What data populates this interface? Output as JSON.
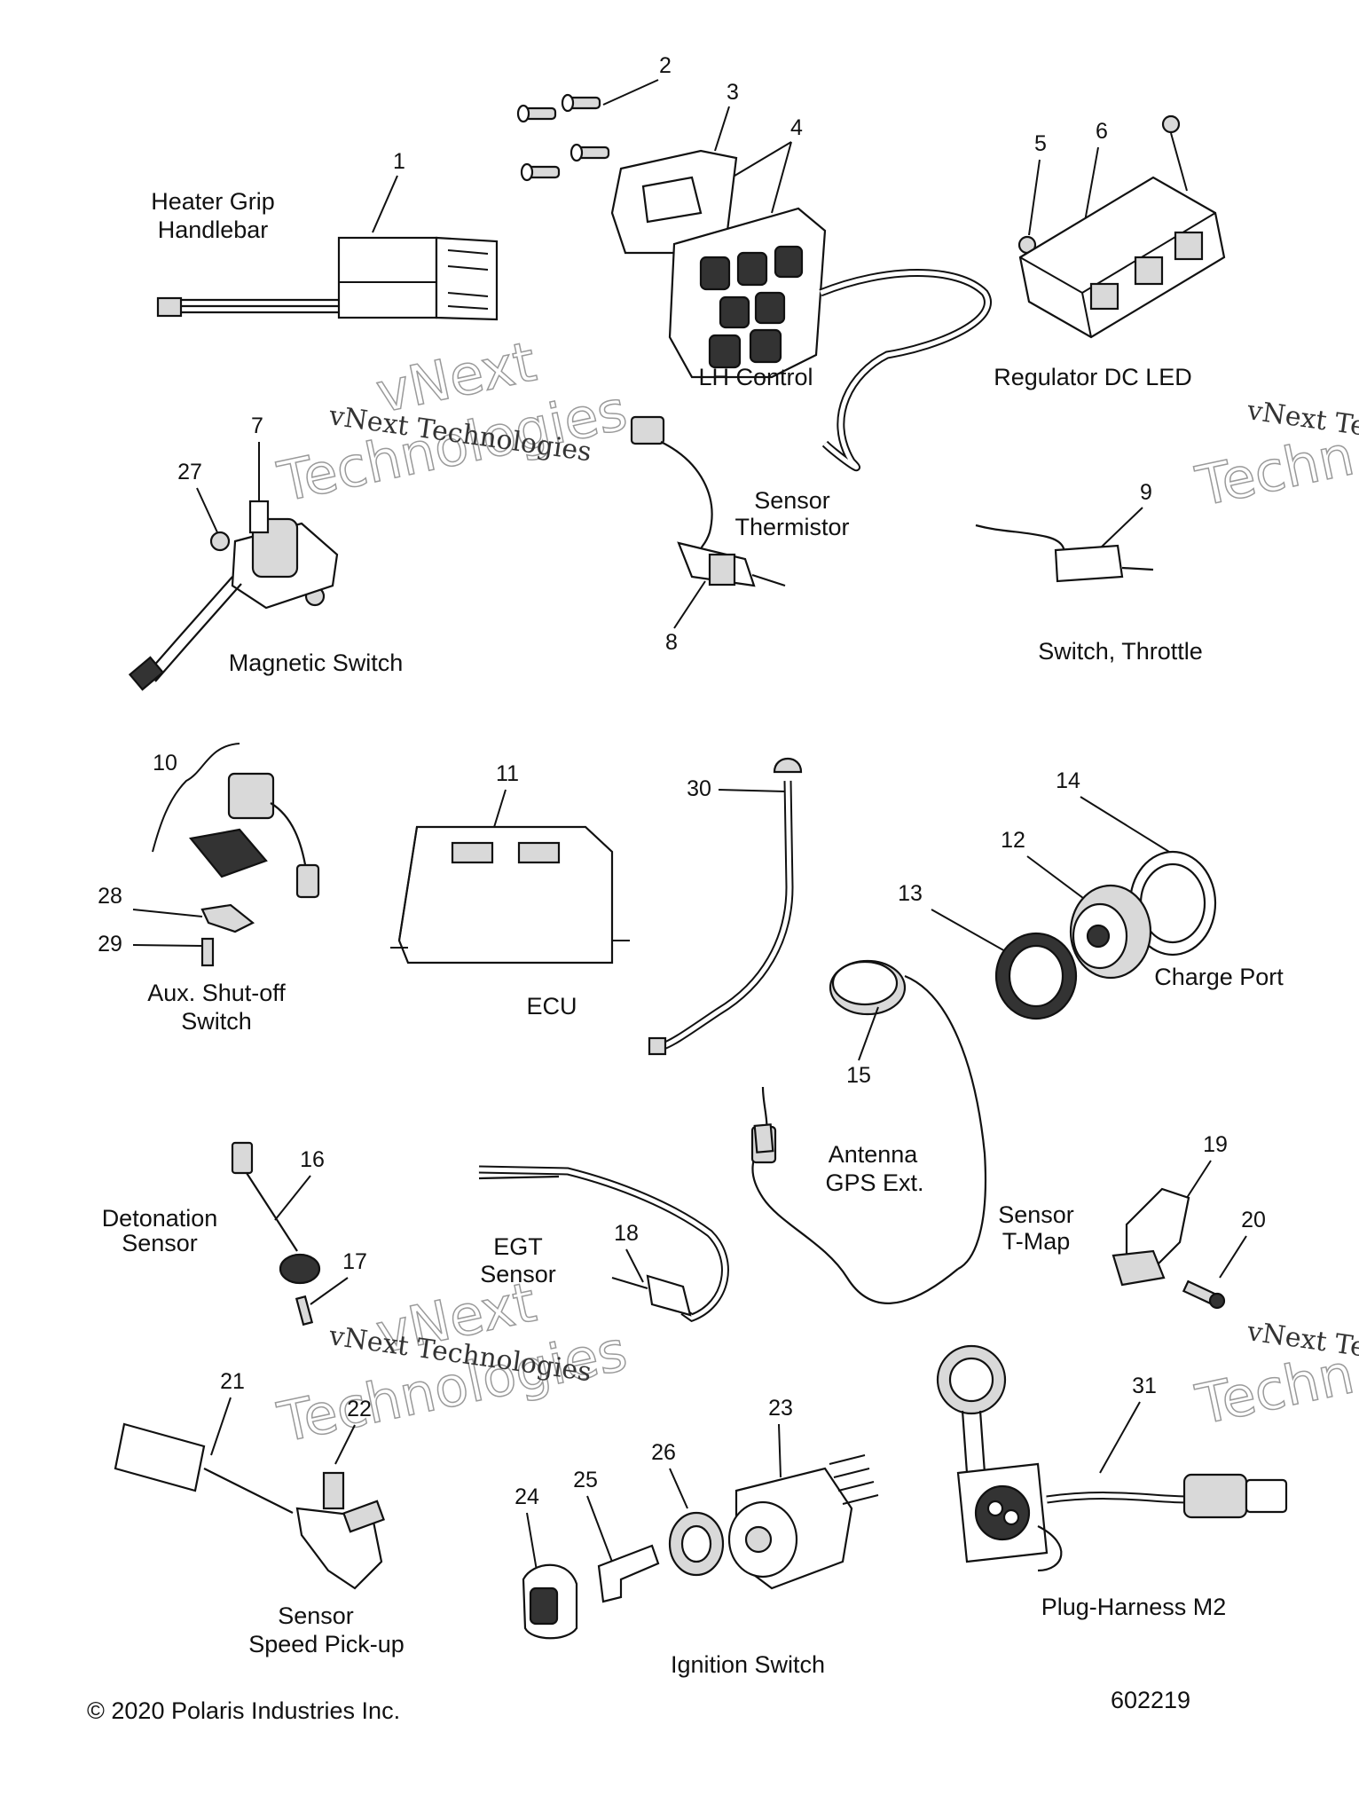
{
  "labels": {
    "heater_grip": "Heater Grip\nHandlebar",
    "heater_grip_l1": "Heater Grip",
    "heater_grip_l2": "Handlebar",
    "lh_control": "LH Control",
    "regulator": "Regulator DC LED",
    "sensor_thermistor_l1": "Sensor",
    "sensor_thermistor_l2": "Thermistor",
    "magnetic_switch": "Magnetic Switch",
    "switch_throttle": "Switch, Throttle",
    "aux_shutoff_l1": "Aux. Shut-off",
    "aux_shutoff_l2": "Switch",
    "ecu": "ECU",
    "charge_port": "Charge Port",
    "antenna_l1": "Antenna",
    "antenna_l2": "GPS Ext.",
    "detonation_l1": "Detonation",
    "detonation_l2": "Sensor",
    "egt_l1": "EGT",
    "egt_l2": "Sensor",
    "tmap_l1": "Sensor",
    "tmap_l2": "T-Map",
    "speed_l1": "Sensor",
    "speed_l2": "Speed Pick-up",
    "ignition": "Ignition Switch",
    "plug_harness": "Plug-Harness M2"
  },
  "callouts": {
    "n1": "1",
    "n2": "2",
    "n3": "3",
    "n4": "4",
    "n5": "5",
    "n6": "6",
    "n7": "7",
    "n8": "8",
    "n9": "9",
    "n10": "10",
    "n11": "11",
    "n12": "12",
    "n13": "13",
    "n14": "14",
    "n15": "15",
    "n16": "16",
    "n17": "17",
    "n18": "18",
    "n19": "19",
    "n20": "20",
    "n21": "21",
    "n22": "22",
    "n23": "23",
    "n24": "24",
    "n25": "25",
    "n26": "26",
    "n27": "27",
    "n28": "28",
    "n29": "29",
    "n30": "30",
    "n31": "31"
  },
  "watermark": {
    "small": "vNext Technologies",
    "big1": "vNext",
    "big2": "Technologies",
    "edge_small": "vNext Te",
    "edge_big": "Techn"
  },
  "footer": {
    "copyright": "© 2020 Polaris Industries Inc.",
    "figure_id": "602219"
  }
}
